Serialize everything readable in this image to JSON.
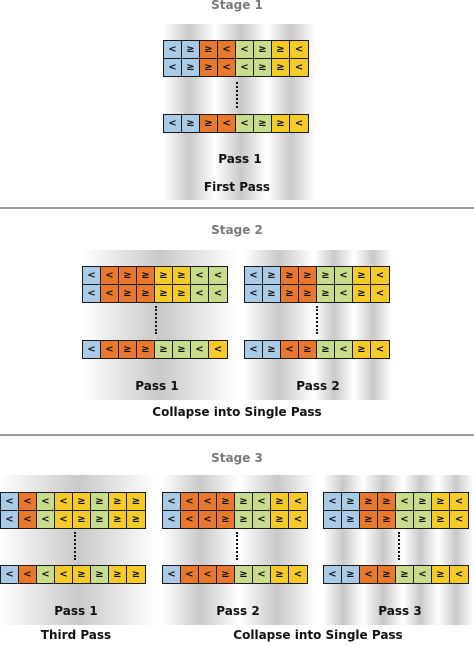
{
  "stages": [
    {
      "title": "Stage 1",
      "caption": "First Pass",
      "pass_labels": [
        "Pass 1"
      ]
    },
    {
      "title": "Stage 2",
      "caption": "Collapse into Single Pass",
      "pass_labels": [
        "Pass 1",
        "Pass 2"
      ]
    },
    {
      "title": "Stage 3",
      "captions": [
        "Third Pass",
        "Collapse into Single Pass"
      ],
      "pass_labels": [
        "Pass 1",
        "Pass 2",
        "Pass 3"
      ]
    }
  ],
  "colors": {
    "blue": "#a9cbe8",
    "orange": "#e8782b",
    "green": "#c8dd8c",
    "yellow": "#f5cb27",
    "shade": "#c9c9c9"
  },
  "rows": {
    "s1": [
      [
        [
          "<",
          "blue"
        ],
        [
          "≥",
          "blue"
        ],
        [
          "≥",
          "orange"
        ],
        [
          "<",
          "orange"
        ],
        [
          "<",
          "green"
        ],
        [
          "≥",
          "green"
        ],
        [
          "≥",
          "yellow"
        ],
        [
          "<",
          "yellow"
        ]
      ],
      [
        [
          "<",
          "blue"
        ],
        [
          "≥",
          "blue"
        ],
        [
          "≥",
          "orange"
        ],
        [
          "<",
          "orange"
        ],
        [
          "<",
          "green"
        ],
        [
          "≥",
          "green"
        ],
        [
          "≥",
          "yellow"
        ],
        [
          "<",
          "yellow"
        ]
      ],
      [
        [
          "<",
          "blue"
        ],
        [
          "≥",
          "blue"
        ],
        [
          "≥",
          "orange"
        ],
        [
          "<",
          "orange"
        ],
        [
          "<",
          "green"
        ],
        [
          "≥",
          "green"
        ],
        [
          "≥",
          "yellow"
        ],
        [
          "<",
          "yellow"
        ]
      ]
    ],
    "s2a": [
      [
        [
          "<",
          "blue"
        ],
        [
          "<",
          "orange"
        ],
        [
          "≥",
          "orange"
        ],
        [
          "≥",
          "orange"
        ],
        [
          "≥",
          "yellow"
        ],
        [
          "≥",
          "yellow"
        ],
        [
          "<",
          "green"
        ],
        [
          "<",
          "green"
        ]
      ],
      [
        [
          "<",
          "blue"
        ],
        [
          "<",
          "orange"
        ],
        [
          "≥",
          "orange"
        ],
        [
          "≥",
          "orange"
        ],
        [
          "≥",
          "yellow"
        ],
        [
          "≥",
          "yellow"
        ],
        [
          "<",
          "green"
        ],
        [
          "<",
          "green"
        ]
      ],
      [
        [
          "<",
          "blue"
        ],
        [
          "<",
          "orange"
        ],
        [
          "≥",
          "orange"
        ],
        [
          "≥",
          "orange"
        ],
        [
          "≥",
          "green"
        ],
        [
          "≥",
          "green"
        ],
        [
          "<",
          "green"
        ],
        [
          "<",
          "yellow"
        ]
      ]
    ],
    "s2b": [
      [
        [
          "<",
          "blue"
        ],
        [
          "≥",
          "blue"
        ],
        [
          "≥",
          "orange"
        ],
        [
          "≥",
          "orange"
        ],
        [
          "≥",
          "green"
        ],
        [
          "<",
          "green"
        ],
        [
          "≥",
          "yellow"
        ],
        [
          "<",
          "yellow"
        ]
      ],
      [
        [
          "<",
          "blue"
        ],
        [
          "≥",
          "blue"
        ],
        [
          "≥",
          "orange"
        ],
        [
          "≥",
          "orange"
        ],
        [
          "≥",
          "green"
        ],
        [
          "<",
          "green"
        ],
        [
          "≥",
          "yellow"
        ],
        [
          "<",
          "yellow"
        ]
      ],
      [
        [
          "<",
          "blue"
        ],
        [
          "≥",
          "blue"
        ],
        [
          "<",
          "orange"
        ],
        [
          "≥",
          "orange"
        ],
        [
          "≥",
          "green"
        ],
        [
          "<",
          "green"
        ],
        [
          "≥",
          "yellow"
        ],
        [
          "<",
          "yellow"
        ]
      ]
    ],
    "s3a": [
      [
        [
          "<",
          "blue"
        ],
        [
          "<",
          "orange"
        ],
        [
          "<",
          "green"
        ],
        [
          "<",
          "yellow"
        ],
        [
          "≥",
          "yellow"
        ],
        [
          "≥",
          "green"
        ],
        [
          "≥",
          "yellow"
        ],
        [
          "≥",
          "yellow"
        ]
      ],
      [
        [
          "<",
          "blue"
        ],
        [
          "<",
          "orange"
        ],
        [
          "<",
          "green"
        ],
        [
          "<",
          "yellow"
        ],
        [
          "≥",
          "yellow"
        ],
        [
          "≥",
          "green"
        ],
        [
          "≥",
          "yellow"
        ],
        [
          "≥",
          "yellow"
        ]
      ],
      [
        [
          "<",
          "blue"
        ],
        [
          "<",
          "orange"
        ],
        [
          "<",
          "green"
        ],
        [
          "<",
          "yellow"
        ],
        [
          "≥",
          "yellow"
        ],
        [
          "≥",
          "green"
        ],
        [
          "≥",
          "yellow"
        ],
        [
          "≥",
          "yellow"
        ]
      ]
    ],
    "s3b": [
      [
        [
          "<",
          "blue"
        ],
        [
          "<",
          "orange"
        ],
        [
          "<",
          "orange"
        ],
        [
          "≥",
          "orange"
        ],
        [
          "≥",
          "green"
        ],
        [
          "<",
          "green"
        ],
        [
          "≥",
          "yellow"
        ],
        [
          "<",
          "yellow"
        ]
      ],
      [
        [
          "<",
          "blue"
        ],
        [
          "<",
          "orange"
        ],
        [
          "<",
          "orange"
        ],
        [
          "≥",
          "orange"
        ],
        [
          "≥",
          "green"
        ],
        [
          "<",
          "green"
        ],
        [
          "≥",
          "yellow"
        ],
        [
          "<",
          "yellow"
        ]
      ],
      [
        [
          "<",
          "blue"
        ],
        [
          "<",
          "orange"
        ],
        [
          "<",
          "orange"
        ],
        [
          "≥",
          "orange"
        ],
        [
          "≥",
          "green"
        ],
        [
          "<",
          "green"
        ],
        [
          "≥",
          "yellow"
        ],
        [
          "<",
          "yellow"
        ]
      ]
    ],
    "s3c": [
      [
        [
          "<",
          "blue"
        ],
        [
          "≥",
          "blue"
        ],
        [
          "≥",
          "orange"
        ],
        [
          "≥",
          "orange"
        ],
        [
          "<",
          "green"
        ],
        [
          "≥",
          "green"
        ],
        [
          "≥",
          "yellow"
        ],
        [
          "<",
          "yellow"
        ]
      ],
      [
        [
          "<",
          "blue"
        ],
        [
          "≥",
          "blue"
        ],
        [
          "≥",
          "orange"
        ],
        [
          "≥",
          "orange"
        ],
        [
          "<",
          "green"
        ],
        [
          "≥",
          "green"
        ],
        [
          "≥",
          "yellow"
        ],
        [
          "<",
          "yellow"
        ]
      ],
      [
        [
          "<",
          "blue"
        ],
        [
          "≥",
          "blue"
        ],
        [
          "<",
          "orange"
        ],
        [
          "≥",
          "orange"
        ],
        [
          "≥",
          "green"
        ],
        [
          "<",
          "green"
        ],
        [
          "≥",
          "yellow"
        ],
        [
          "<",
          "yellow"
        ]
      ]
    ]
  }
}
